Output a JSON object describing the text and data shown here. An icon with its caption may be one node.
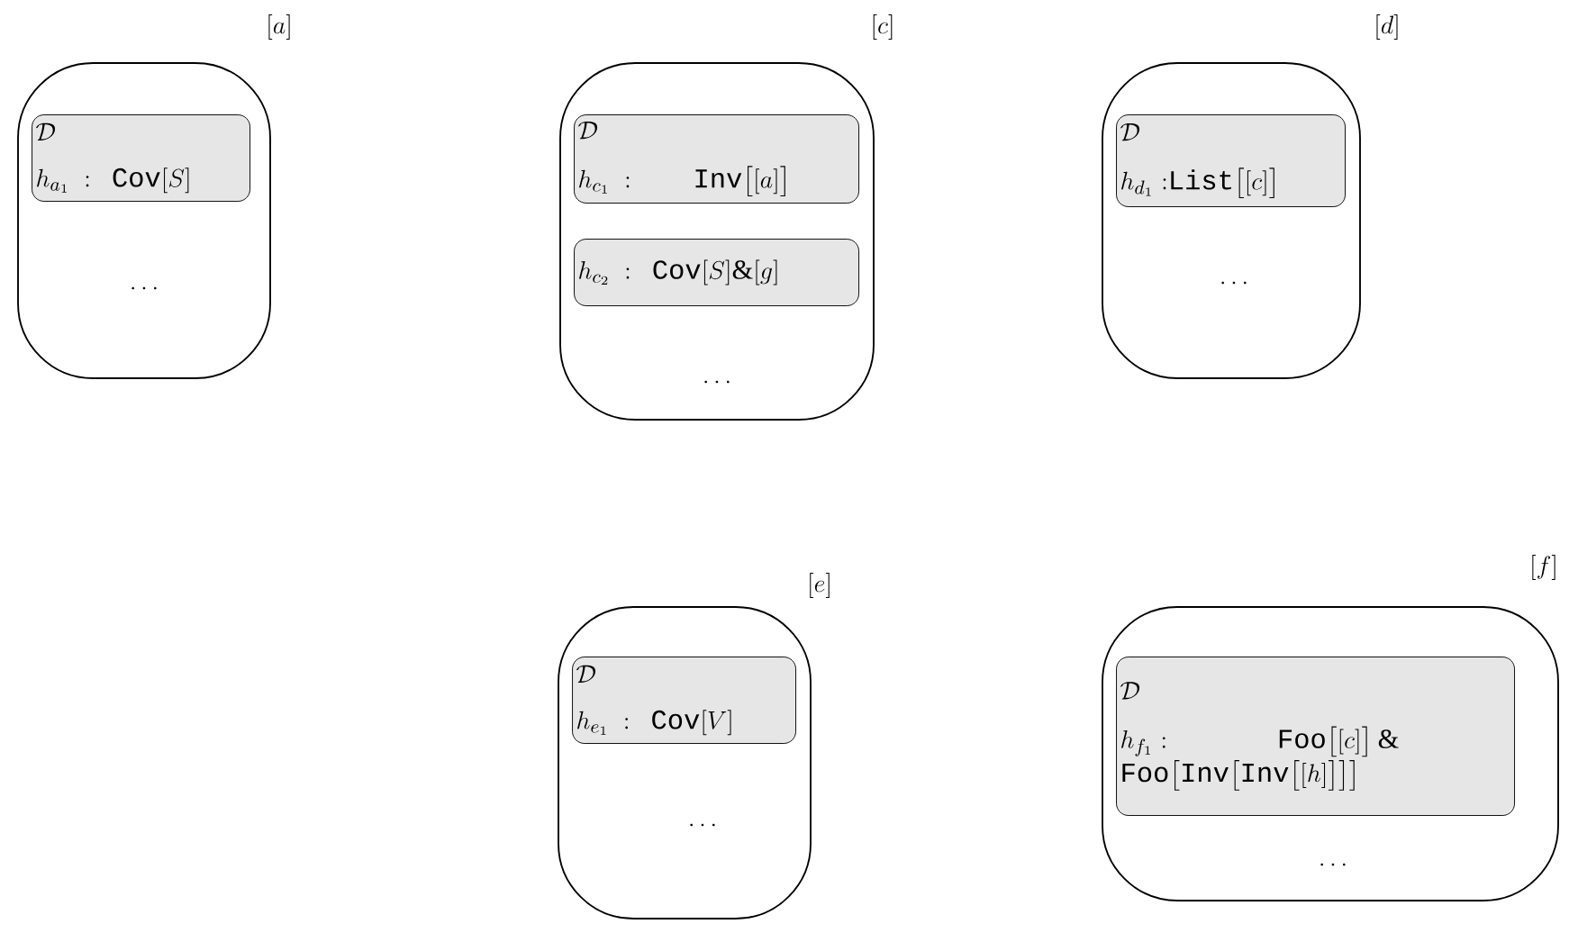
{
  "diagram": {
    "nodes": [
      {
        "text": [
          "\\ldots"
        ],
        "beside": [
          "[a]"
        ]
      },
      {
        "text": [
          "\\mathcal{D}",
          "h_{a_1}\\ :\\ \\ \\texttt{Cov}[S]"
        ],
        "in": 0
      },
      {
        "text": [
          "\\ldots"
        ],
        "beside": [
          "[c]"
        ]
      },
      {
        "text": [
          "\\mathcal{D}",
          "h_{c_1}\\ :\\qquad \\texttt{Inv}\\big[[a]\\big]"
        ],
        "in": 2
      },
      {
        "text": [
          "h_{c_2}\\ :\\ \\ \\texttt{Cov}[S]\\&[g]"
        ],
        "in": 2
      },
      {
        "text": [
          "\\ldots"
        ],
        "beside": [
          "[d]"
        ]
      },
      {
        "text": [
          "\\mathcal{D}",
          "h_{d_1}\\ {:}\\texttt{List}\\big[[c]\\big]"
        ],
        "in": 5
      },
      {
        "text": [
          "\\ldots"
        ],
        "beside": [
          "[e]"
        ]
      },
      {
        "text": [
          "\\mathcal{D}",
          "h_{e_1}\\ :\\ \\ \\texttt{Cov}[V]"
        ],
        "in": 7
      },
      {
        "text": [
          "\\ldots"
        ],
        "beside": [
          "[f]"
        ]
      },
      {
        "text": [
          "\\mathcal{D}",
          "h_{f_1}\\ {:}\\qquad\\qquad \\texttt{Foo}\\big[[c]\\big]\\mathbin{\\&} \\texttt{Foo}\\big[\\texttt{Inv}\\big[\\texttt{Inv}\\big[[h]\\big]\\big]\\big]"
        ],
        "in": 9
      }
    ]
  }
}
